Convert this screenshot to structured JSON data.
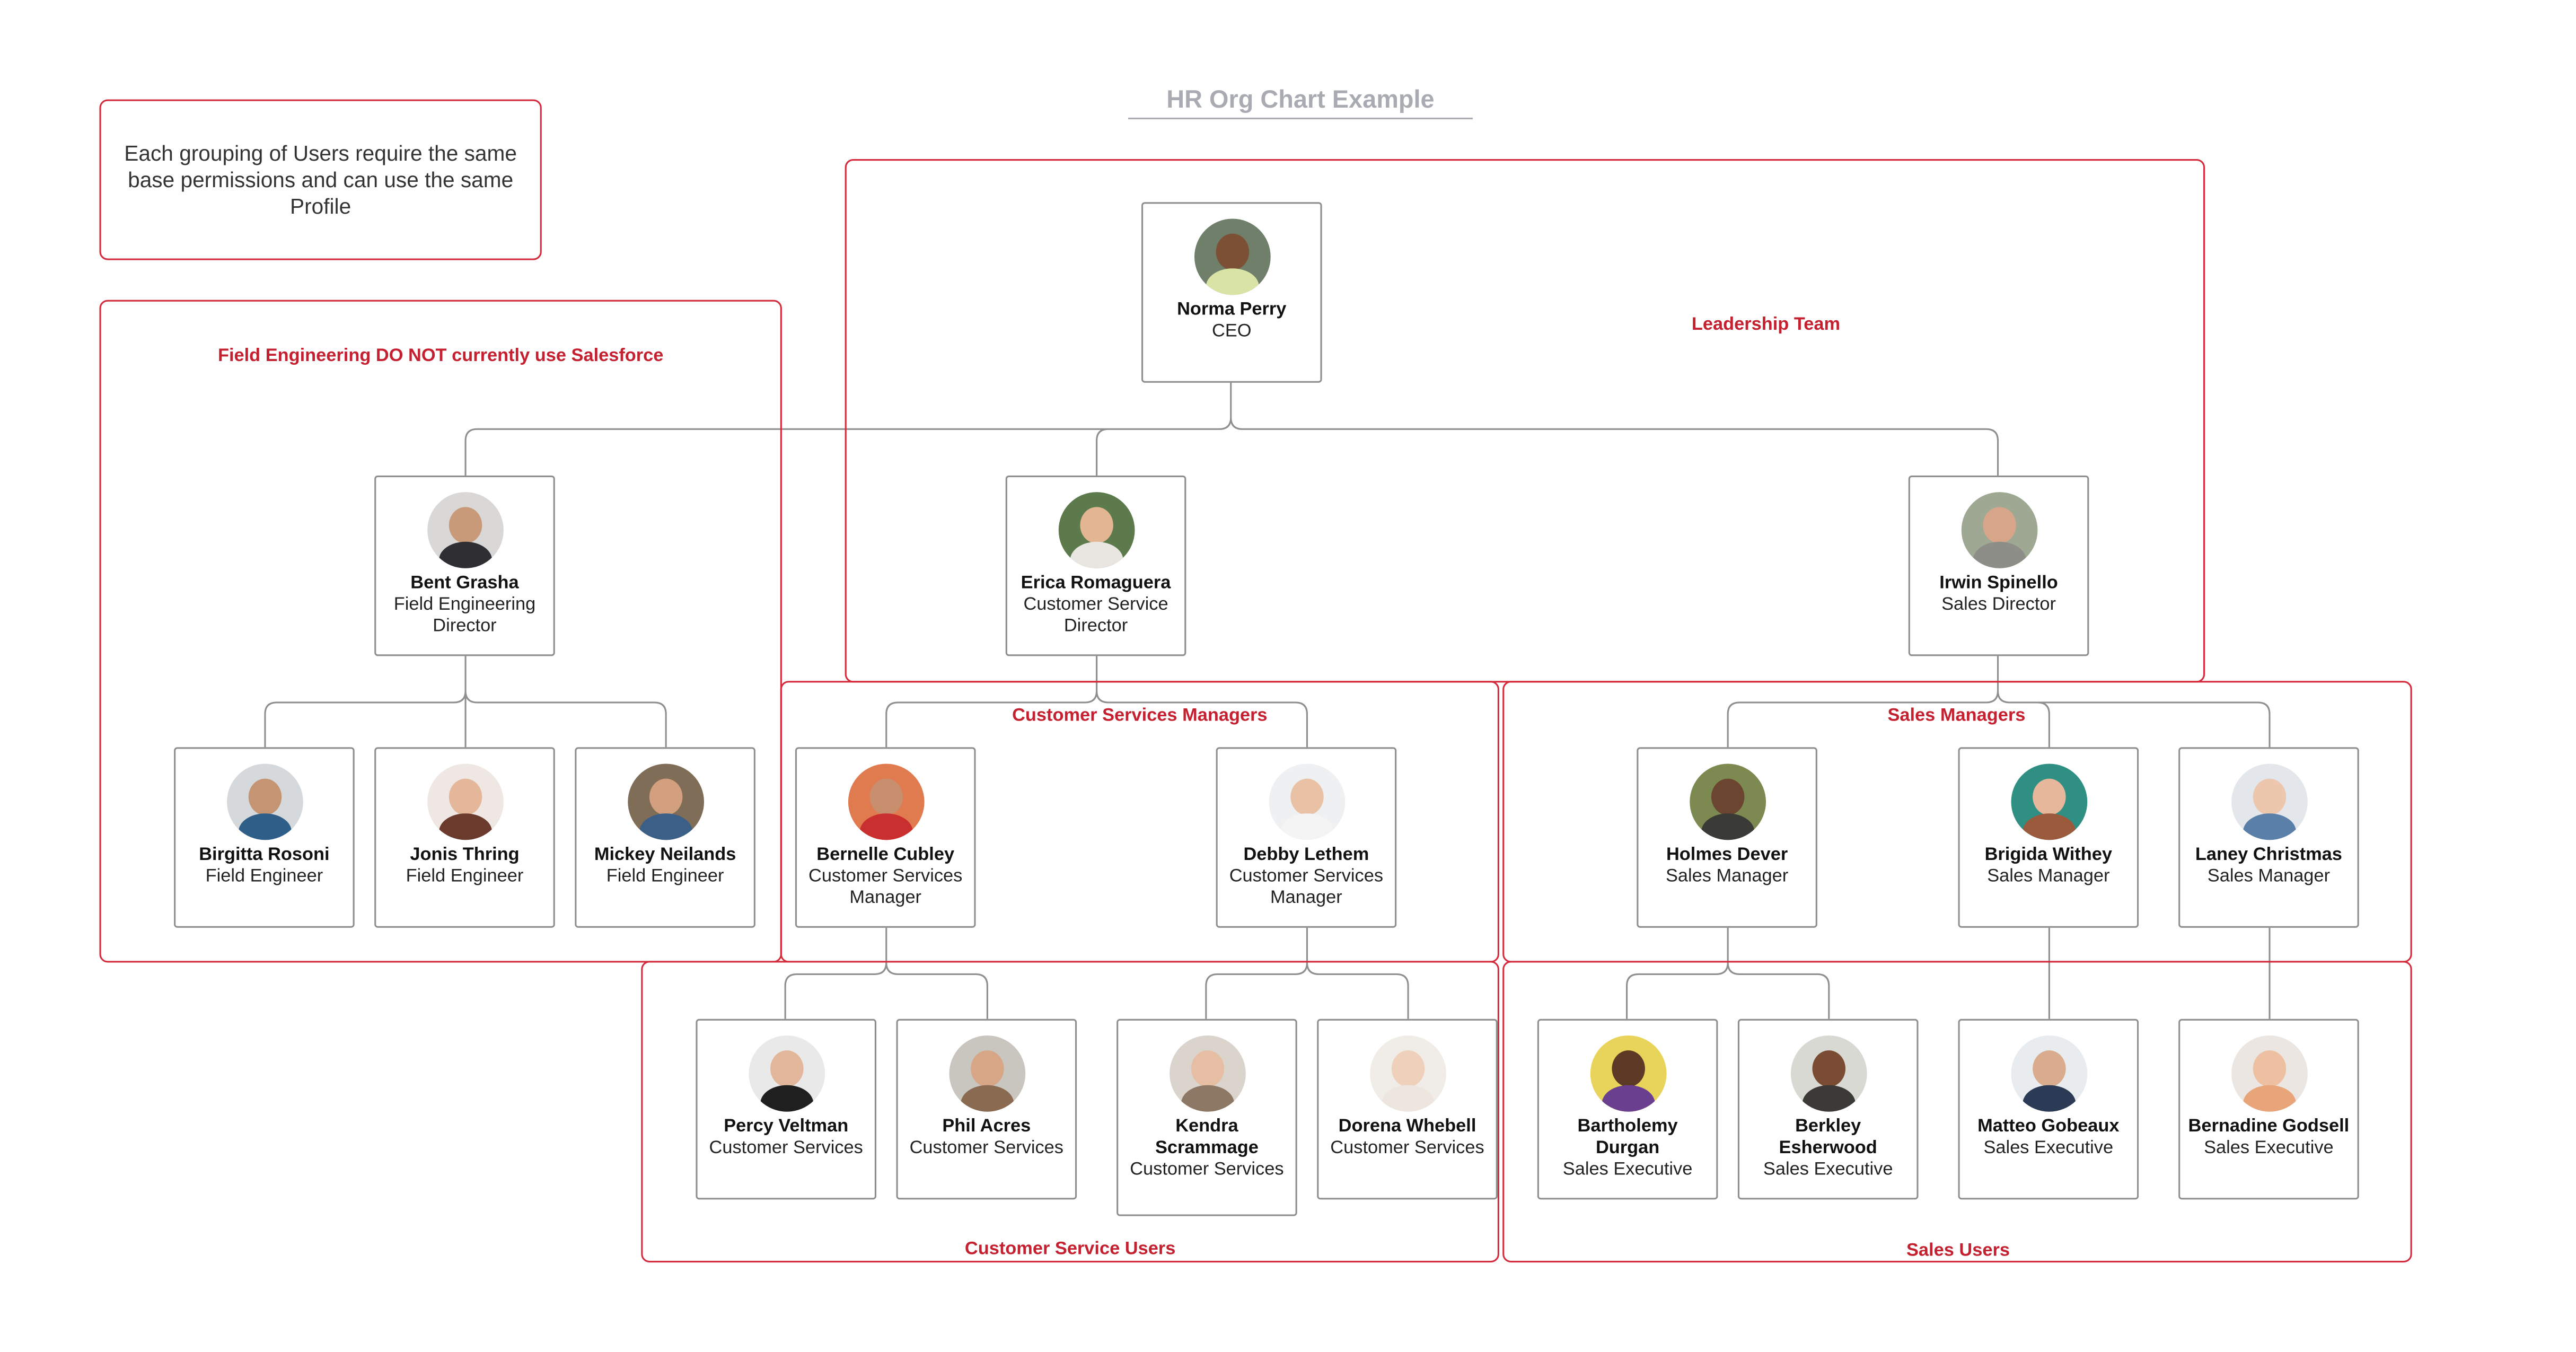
{
  "title": "HR Org Chart Example",
  "note": "Each grouping of Users require the same base permissions and can use the same Profile",
  "groups": {
    "field_engineering": "Field Engineering DO NOT currently use Salesforce",
    "leadership": "Leadership Team",
    "cs_managers": "Customer Services Managers",
    "sales_managers": "Sales Managers",
    "cs_users": "Customer Service Users",
    "sales_users": "Sales Users"
  },
  "people": {
    "norma": {
      "name": "Norma Perry",
      "role": "CEO"
    },
    "bent": {
      "name": "Bent Grasha",
      "role": "Field Engineering Director"
    },
    "erica": {
      "name": "Erica Romaguera",
      "role": "Customer Service Director"
    },
    "irwin": {
      "name": "Irwin Spinello",
      "role": "Sales Director"
    },
    "birgitta": {
      "name": "Birgitta Rosoni",
      "role": "Field Engineer"
    },
    "jonis": {
      "name": "Jonis Thring",
      "role": "Field Engineer"
    },
    "mickey": {
      "name": "Mickey Neilands",
      "role": "Field Engineer"
    },
    "bernelle": {
      "name": "Bernelle Cubley",
      "role": "Customer Services Manager"
    },
    "debby": {
      "name": "Debby Lethem",
      "role": "Customer Services Manager"
    },
    "holmes": {
      "name": "Holmes Dever",
      "role": "Sales Manager"
    },
    "brigida": {
      "name": "Brigida Withey",
      "role": "Sales Manager"
    },
    "laney": {
      "name": "Laney Christmas",
      "role": "Sales Manager"
    },
    "percy": {
      "name": "Percy Veltman",
      "role": "Customer Services"
    },
    "phil": {
      "name": "Phil Acres",
      "role": "Customer Services"
    },
    "kendra": {
      "name": "Kendra Scrammage",
      "role": "Customer Services"
    },
    "dorena": {
      "name": "Dorena Whebell",
      "role": "Customer Services"
    },
    "bartholemy": {
      "name": "Bartholemy Durgan",
      "role": "Sales Executive"
    },
    "berkley": {
      "name": "Berkley Esherwood",
      "role": "Sales Executive"
    },
    "matteo": {
      "name": "Matteo Gobeaux",
      "role": "Sales Executive"
    },
    "bernadine": {
      "name": "Bernadine Godsell",
      "role": "Sales Executive"
    }
  },
  "colors": {
    "group_border": "#d42c3c",
    "group_label": "#c4202f",
    "card_border": "#8f8f8f",
    "connector": "#8f8f8f",
    "title": "#a8abb1"
  }
}
